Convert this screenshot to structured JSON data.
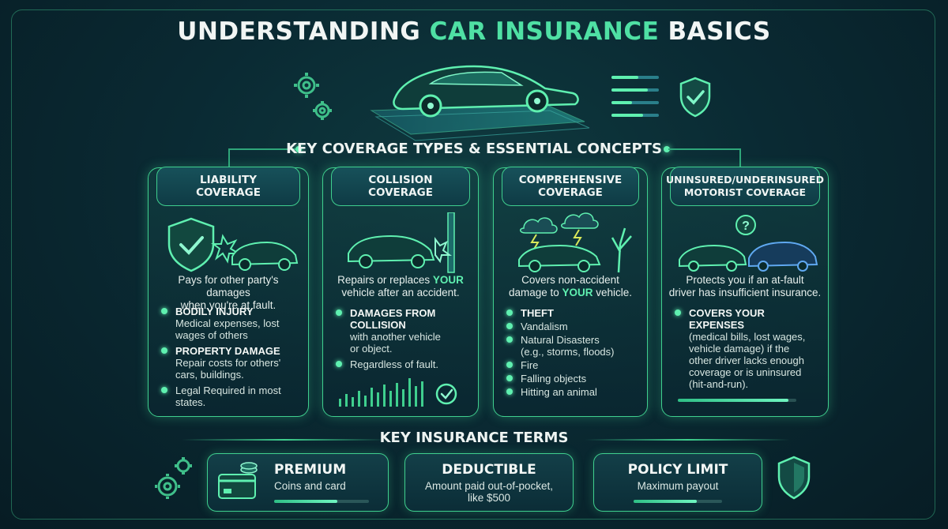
{
  "title": {
    "prefix": "UNDERSTANDING ",
    "accent": "CAR INSURANCE",
    "suffix": " BASICS"
  },
  "coverage_heading": "KEY COVERAGE TYPES & ESSENTIAL CONCEPTS",
  "cards": [
    {
      "title": "LIABILITY\nCOVERAGE",
      "description": "Pays for other party's damages\nwhen you're at fault.",
      "bullets": [
        {
          "title": "BODILY INJURY",
          "detail": "Medical expenses, lost\nwages of others"
        },
        {
          "title": "PROPERTY DAMAGE",
          "detail": "Repair costs for others'\ncars, buildings."
        },
        {
          "title": "",
          "detail": "Legal Required in most\nstates."
        }
      ]
    },
    {
      "title": "COLLISION\nCOVERAGE",
      "description_parts": [
        "Repairs or replaces ",
        "YOUR",
        "\nvehicle after an accident."
      ],
      "bullets": [
        {
          "title": "DAMAGES FROM\nCOLLISION",
          "detail": "with another vehicle\nor object."
        },
        {
          "title": "",
          "detail": "Regardless of fault."
        }
      ]
    },
    {
      "title": "COMPREHENSIVE\nCOVERAGE",
      "description_parts": [
        "Covers non-accident\ndamage to ",
        "YOUR",
        " vehicle."
      ],
      "bullets": [
        {
          "title": "THEFT",
          "detail": ""
        },
        {
          "title": "",
          "detail": "Vandalism"
        },
        {
          "title": "",
          "detail": "Natural Disasters\n(e.g., storms, floods)"
        },
        {
          "title": "",
          "detail": "Fire"
        },
        {
          "title": "",
          "detail": "Falling objects"
        },
        {
          "title": "",
          "detail": "Hitting an animal"
        }
      ]
    },
    {
      "title": "UNINSURED/UNDERINSURED\nMOTORIST COVERAGE",
      "description": "Protects you if an at-fault\ndriver has insufficient insurance.",
      "bullets": [
        {
          "title": "COVERS YOUR EXPENSES",
          "detail": "(medical bills, lost wages,\nvehicle damage) if the\nother driver lacks enough\ncoverage or is uninsured\n(hit-and-run)."
        }
      ]
    }
  ],
  "terms_heading": "KEY INSURANCE TERMS",
  "terms": [
    {
      "title": "PREMIUM",
      "subtitle": "Coins and card"
    },
    {
      "title": "DEDUCTIBLE",
      "subtitle": "Amount paid out-of-pocket,\nlike $500"
    },
    {
      "title": "POLICY LIMIT",
      "subtitle": "Maximum payout"
    }
  ],
  "colors": {
    "accent": "#4fe0a4",
    "border": "#3fcf8e",
    "background": "#0a2a33"
  },
  "icons": [
    "car-hologram-icon",
    "gear-icon",
    "shield-check-icon",
    "storm-cloud-icon",
    "question-bubble-icon",
    "card-coins-icon"
  ]
}
